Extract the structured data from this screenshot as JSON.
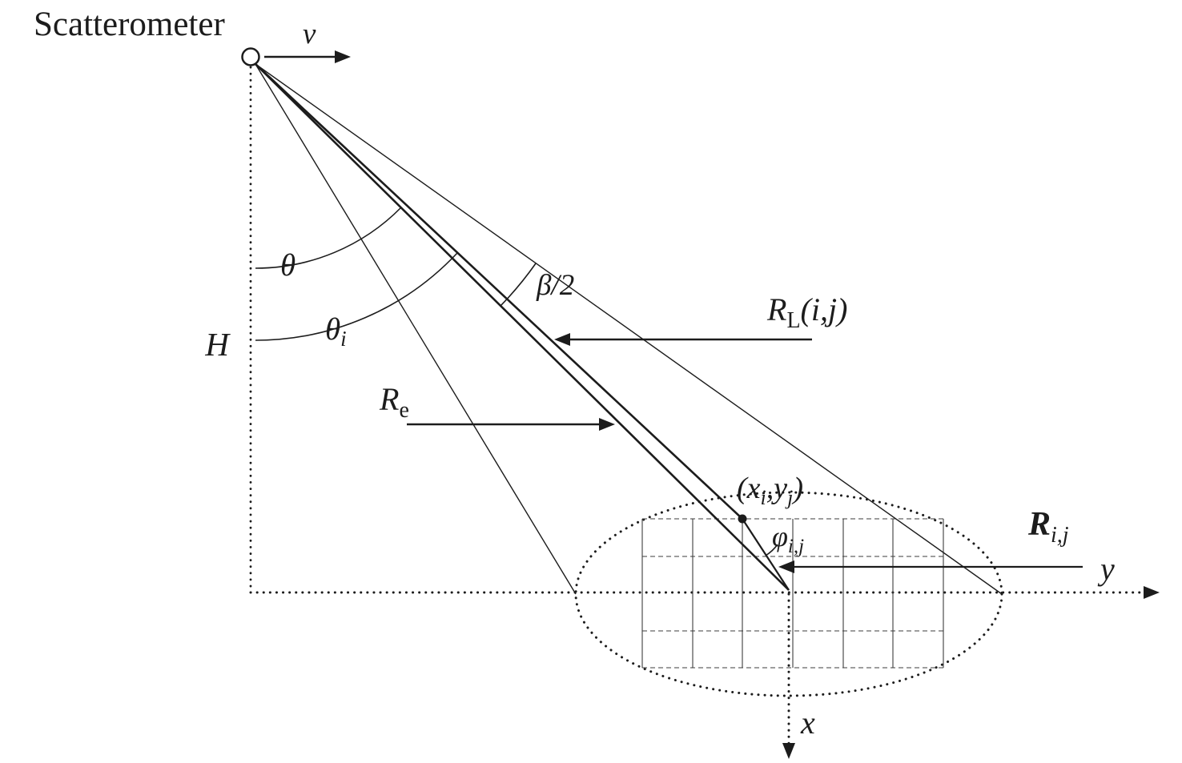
{
  "figure": {
    "background": "#ffffff",
    "ink": "#1c1c1c"
  },
  "labels": {
    "scatterometer": "Scatterometer",
    "velocity": "v",
    "height": "H",
    "theta": "θ",
    "theta_i": {
      "base": "θ",
      "sub": "i"
    },
    "beta_half": "β/2",
    "slant_range": {
      "base": "R",
      "sub": "L",
      "args": "(i,j)"
    },
    "earth_range": {
      "base": "R",
      "sub": "e"
    },
    "grid_point": {
      "p1": "(x",
      "sub1": "i",
      "p2": ",y",
      "sub2": "j",
      "p3": ")"
    },
    "azimuth": {
      "base": "φ",
      "sub": "i,j"
    },
    "ground_vector": {
      "base": "R",
      "sub": "i,j"
    },
    "axis_x": "x",
    "axis_y": "y"
  }
}
